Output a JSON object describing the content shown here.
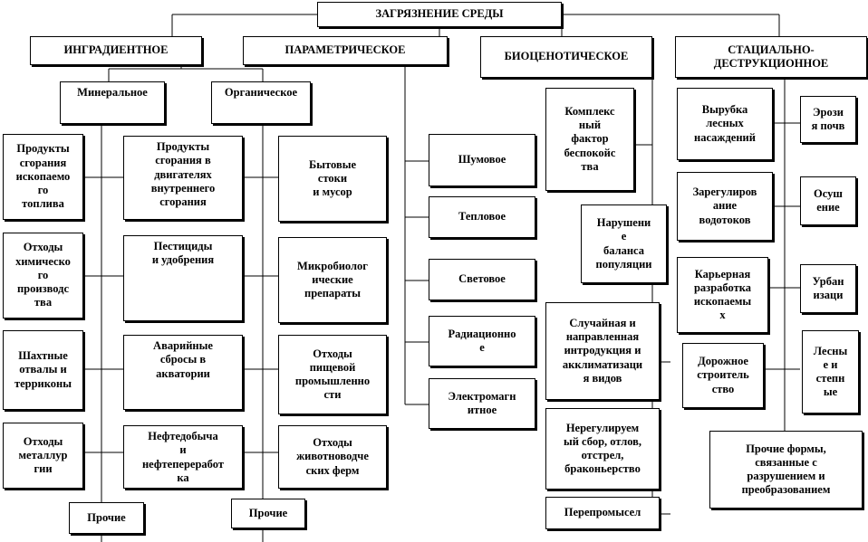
{
  "title": "ЗАГРЯЗНЕНИЕ СРЕДЫ",
  "ingredient": {
    "label": "ИНГРАДИЕНТНОЕ",
    "mineral": "Минеральное",
    "organic": "Органическое",
    "mineral_items": [
      [
        "Продукты",
        "сгорания",
        "ископаемо",
        "го",
        "топлива"
      ],
      [
        "Отходы",
        "химическо",
        "го",
        "производс",
        "тва"
      ],
      [
        "Шахтные",
        "отвалы и",
        "терриконы"
      ],
      [
        "Отходы",
        "металлур",
        "гии"
      ]
    ],
    "middle_items": [
      [
        "Продукты",
        "сгорания в",
        "двигателях",
        "внутреннего",
        "сгорания"
      ],
      [
        "Пестициды",
        "и удобрения"
      ],
      [
        "Аварийные",
        "сбросы в",
        "акватории"
      ],
      [
        "Нефтедобыча",
        "и",
        "нефтепереработ",
        "ка"
      ]
    ],
    "organic_items": [
      [
        "Бытовые",
        "стоки",
        "и мусор"
      ],
      [
        "Микробиолог",
        "ические",
        "препараты"
      ],
      [
        "Отходы",
        "пищевой",
        "промышленно",
        "сти"
      ],
      [
        "Отходы",
        "животноводче",
        "ских ферм"
      ]
    ],
    "other_left": "Прочие",
    "other_right": "Прочие"
  },
  "parametric": {
    "label": "ПАРАМЕТРИЧЕСКОЕ",
    "items": [
      [
        "Шумовое"
      ],
      [
        "Тепловое"
      ],
      [
        "Световое"
      ],
      [
        "Радиационно",
        "е"
      ],
      [
        "Электромагн",
        "итное"
      ]
    ]
  },
  "biocenotic": {
    "label": "БИОЦЕНОТИЧЕСКОЕ",
    "complex": [
      "Комплекс",
      "ный",
      "фактор",
      "беспокойс",
      "тва"
    ],
    "balance": [
      "Нарушени",
      "е",
      "баланса",
      "популяции"
    ],
    "introduction": [
      "Случайная и",
      "направленная",
      "интродукция и",
      "акклиматизаци",
      "я видов"
    ],
    "harvest": [
      "Нерегулируем",
      "ый сбор, отлов,",
      "отстрел,",
      "браконьерство"
    ],
    "overfishing": [
      "Перепромысел"
    ]
  },
  "stational": {
    "label_lines": [
      "СТАЦИАЛЬНО-",
      "ДЕСТРУКЦИОННОЕ"
    ],
    "left_items": [
      [
        "Вырубка",
        "лесных",
        "насаждений"
      ],
      [
        "Зарегулиров",
        "ание",
        "водотоков"
      ],
      [
        "Карьерная",
        "разработка",
        "ископаемы",
        "х"
      ],
      [
        "Дорожное",
        "строитель",
        "ство"
      ]
    ],
    "right_items": [
      [
        "Эрози",
        "я почв"
      ],
      [
        "Осуш",
        "ение"
      ],
      [
        "Урбан",
        "изаци"
      ],
      [
        "Лесны",
        "е и",
        "степн",
        "ые"
      ]
    ],
    "other": [
      "Прочие формы,",
      "связанные с",
      "разрушением и",
      "преобразованием"
    ]
  }
}
